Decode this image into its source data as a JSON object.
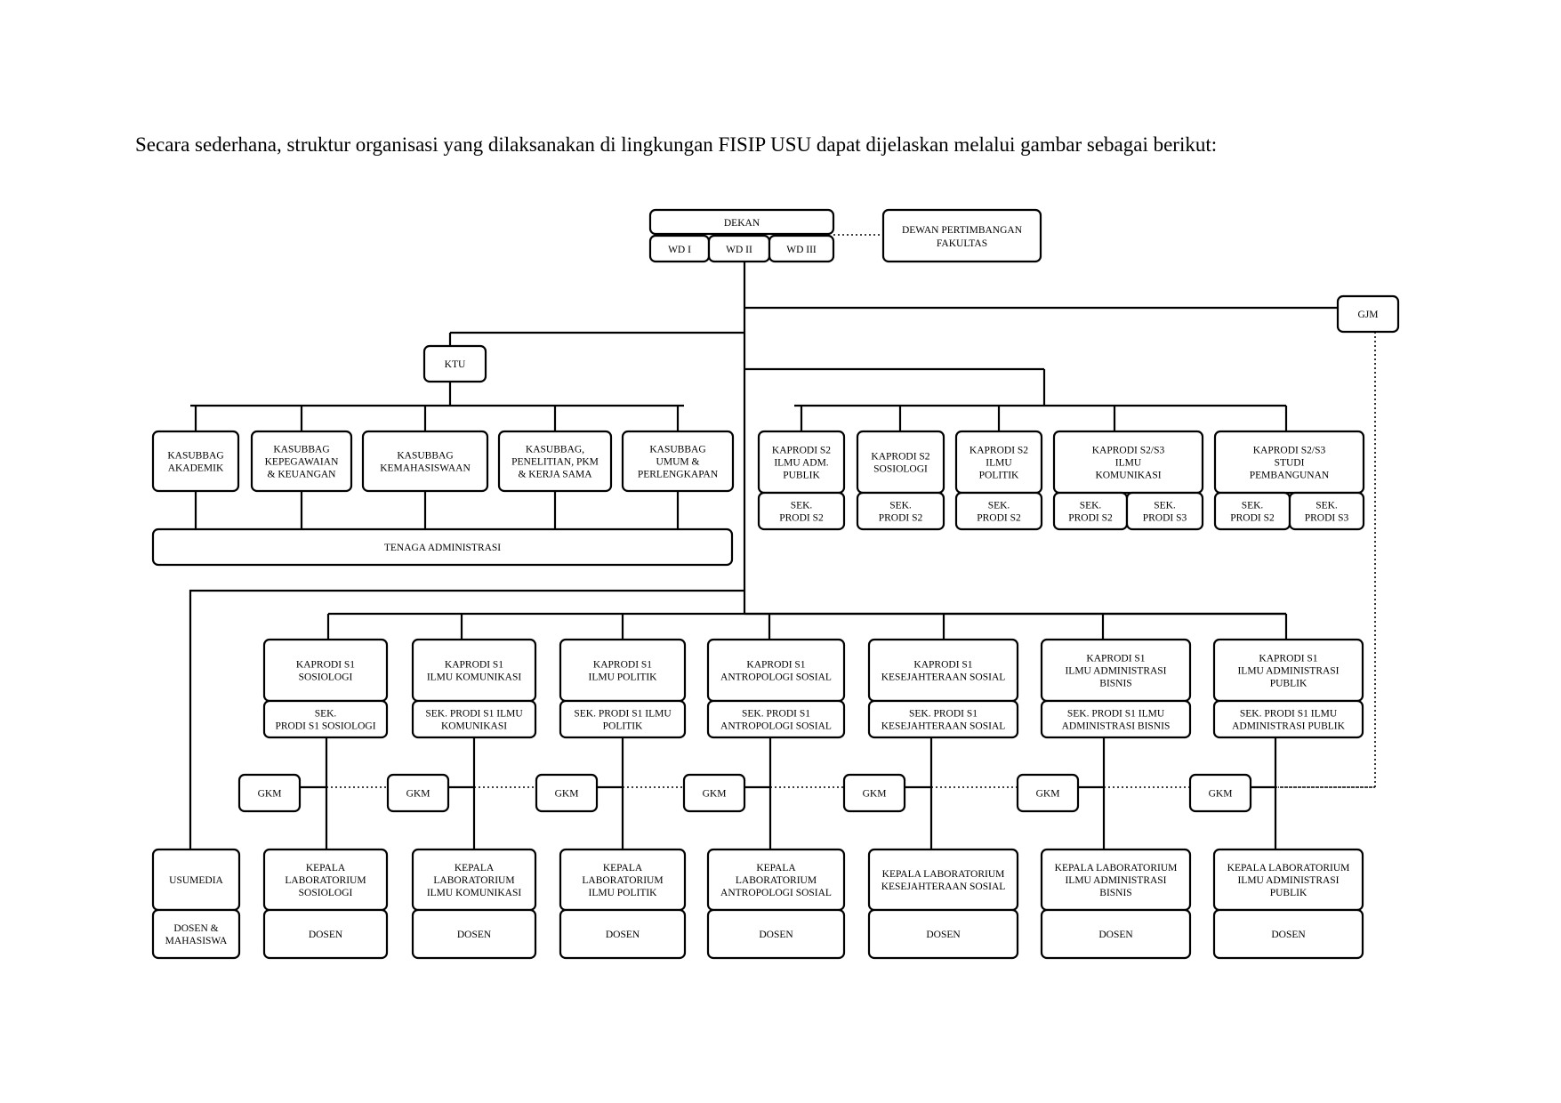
{
  "intro": "Secara sederhana, struktur organisasi yang dilaksanakan di lingkungan FISIP USU dapat dijelaskan melalui gambar sebagai berikut:",
  "top": {
    "dekan": "DEKAN",
    "wd1": "WD I",
    "wd2": "WD II",
    "wd3": "WD III",
    "dewan": [
      "DEWAN PERTIMBANGAN",
      "FAKULTAS"
    ],
    "gjm": "GJM",
    "ktu": "KTU"
  },
  "kasubbag": [
    [
      "KASUBBAG",
      "AKADEMIK"
    ],
    [
      "KASUBBAG",
      "KEPEGAWAIAN",
      "& KEUANGAN"
    ],
    [
      "KASUBBAG",
      "KEMAHASISWAAN"
    ],
    [
      "KASUBBAG,",
      "PENELITIAN, PKM",
      "& KERJA SAMA"
    ],
    [
      "KASUBBAG",
      "UMUM &",
      "PERLENGKAPAN"
    ]
  ],
  "tenaga": "TENAGA ADMINISTRASI",
  "s2": [
    {
      "head": [
        "KAPRODI S2",
        "ILMU ADM.",
        "PUBLIK"
      ],
      "secs": [
        [
          "SEK.",
          "PRODI S2"
        ]
      ]
    },
    {
      "head": [
        "KAPRODI S2",
        "SOSIOLOGI"
      ],
      "secs": [
        [
          "SEK.",
          "PRODI S2"
        ]
      ]
    },
    {
      "head": [
        "KAPRODI S2",
        "ILMU",
        "POLITIK"
      ],
      "secs": [
        [
          "SEK.",
          "PRODI S2"
        ]
      ]
    },
    {
      "head": [
        "KAPRODI S2/S3",
        "ILMU",
        "KOMUNIKASI"
      ],
      "secs": [
        [
          "SEK.",
          "PRODI S2"
        ],
        [
          "SEK.",
          "PRODI S3"
        ]
      ]
    },
    {
      "head": [
        "KAPRODI S2/S3",
        "STUDI",
        "PEMBANGUNAN"
      ],
      "secs": [
        [
          "SEK.",
          "PRODI S2"
        ],
        [
          "SEK.",
          "PRODI S3"
        ]
      ]
    }
  ],
  "s1": [
    {
      "head": [
        "KAPRODI S1",
        "SOSIOLOGI"
      ],
      "sec": [
        "SEK.",
        "PRODI S1 SOSIOLOGI"
      ],
      "lab": [
        "KEPALA",
        "LABORATORIUM",
        "SOSIOLOGI"
      ],
      "dosen": "DOSEN"
    },
    {
      "head": [
        "KAPRODI S1",
        "ILMU KOMUNIKASI"
      ],
      "sec": [
        "SEK. PRODI S1 ILMU",
        "KOMUNIKASI"
      ],
      "lab": [
        "KEPALA",
        "LABORATORIUM",
        "ILMU KOMUNIKASI"
      ],
      "dosen": "DOSEN"
    },
    {
      "head": [
        "KAPRODI S1",
        "ILMU POLITIK"
      ],
      "sec": [
        "SEK. PRODI S1 ILMU",
        "POLITIK"
      ],
      "lab": [
        "KEPALA",
        "LABORATORIUM",
        "ILMU POLITIK"
      ],
      "dosen": "DOSEN"
    },
    {
      "head": [
        "KAPRODI S1",
        "ANTROPOLOGI SOSIAL"
      ],
      "sec": [
        "SEK. PRODI S1",
        "ANTROPOLOGI SOSIAL"
      ],
      "lab": [
        "KEPALA",
        "LABORATORIUM",
        "ANTROPOLOGI SOSIAL"
      ],
      "dosen": "DOSEN"
    },
    {
      "head": [
        "KAPRODI S1",
        "KESEJAHTERAAN SOSIAL"
      ],
      "sec": [
        "SEK. PRODI S1",
        "KESEJAHTERAAN SOSIAL"
      ],
      "lab": [
        "KEPALA LABORATORIUM",
        "KESEJAHTERAAN SOSIAL"
      ],
      "dosen": "DOSEN"
    },
    {
      "head": [
        "KAPRODI S1",
        "ILMU ADMINISTRASI",
        "BISNIS"
      ],
      "sec": [
        "SEK. PRODI S1 ILMU",
        "ADMINISTRASI BISNIS"
      ],
      "lab": [
        "KEPALA LABORATORIUM",
        "ILMU ADMINISTRASI",
        "BISNIS"
      ],
      "dosen": "DOSEN"
    },
    {
      "head": [
        "KAPRODI S1",
        "ILMU ADMINISTRASI",
        "PUBLIK"
      ],
      "sec": [
        "SEK. PRODI S1 ILMU",
        "ADMINISTRASI PUBLIK"
      ],
      "lab": [
        "KEPALA LABORATORIUM",
        "ILMU ADMINISTRASI",
        "PUBLIK"
      ],
      "dosen": "DOSEN"
    }
  ],
  "gkm": "GKM",
  "usumedia": "USUMEDIA",
  "usumedia_sub": [
    "DOSEN &",
    "MAHASISWA"
  ]
}
